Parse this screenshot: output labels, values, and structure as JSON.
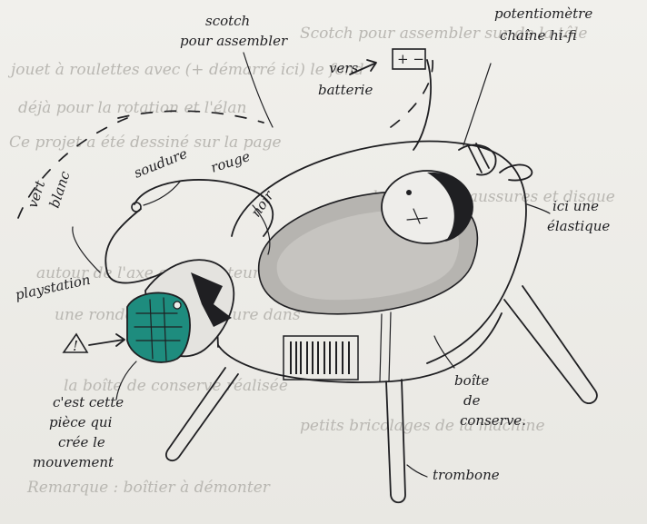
{
  "background_text": [
    "Scotch pour assembler sur de la tôle",
    "jouet à roulettes avec (+ démarré ici) le fond",
    "déjà pour la rotation et l'élan",
    "Ce projet a été dessiné sur la page",
    "la boîte à chaussures et disque",
    "autour de l'axe et du moteur",
    "une rondelle + la soudure dans",
    "la boîte de conserve réalisée",
    "petits bricolages de la machine",
    "Remarque : boîtier à démonter"
  ],
  "labels": {
    "scotch_l1": "scotch",
    "scotch_l2": "pour assembler",
    "potentiometre_l1": "potentiomètre",
    "potentiometre_l2": "chaîne hi-fi",
    "vers_l1": "vers",
    "vers_l2": "batterie",
    "battery_symbol": "+ −",
    "vert_l1": "vert",
    "vert_l2": "blanc",
    "soudure": "soudure",
    "rouge": "rouge",
    "noir": "noir",
    "elastique_l1": "ici une",
    "elastique_l2": "élastique",
    "playstation": "playstation",
    "warning_symbol": "!",
    "piece_l1": "c'est cette",
    "piece_l2": "pièce qui",
    "piece_l3": "crée le",
    "piece_l4": "mouvement",
    "boite_l1": "boîte",
    "boite_l2": "de",
    "boite_l3": "conserve.",
    "trombone": "trombone"
  },
  "colors": {
    "ink": "#1f1f22",
    "paper": "#ecebe7",
    "ghost_text": "#b9b7b2",
    "motor_teal": "#1e8c7e",
    "tray_gray": "#b6b4b0"
  }
}
